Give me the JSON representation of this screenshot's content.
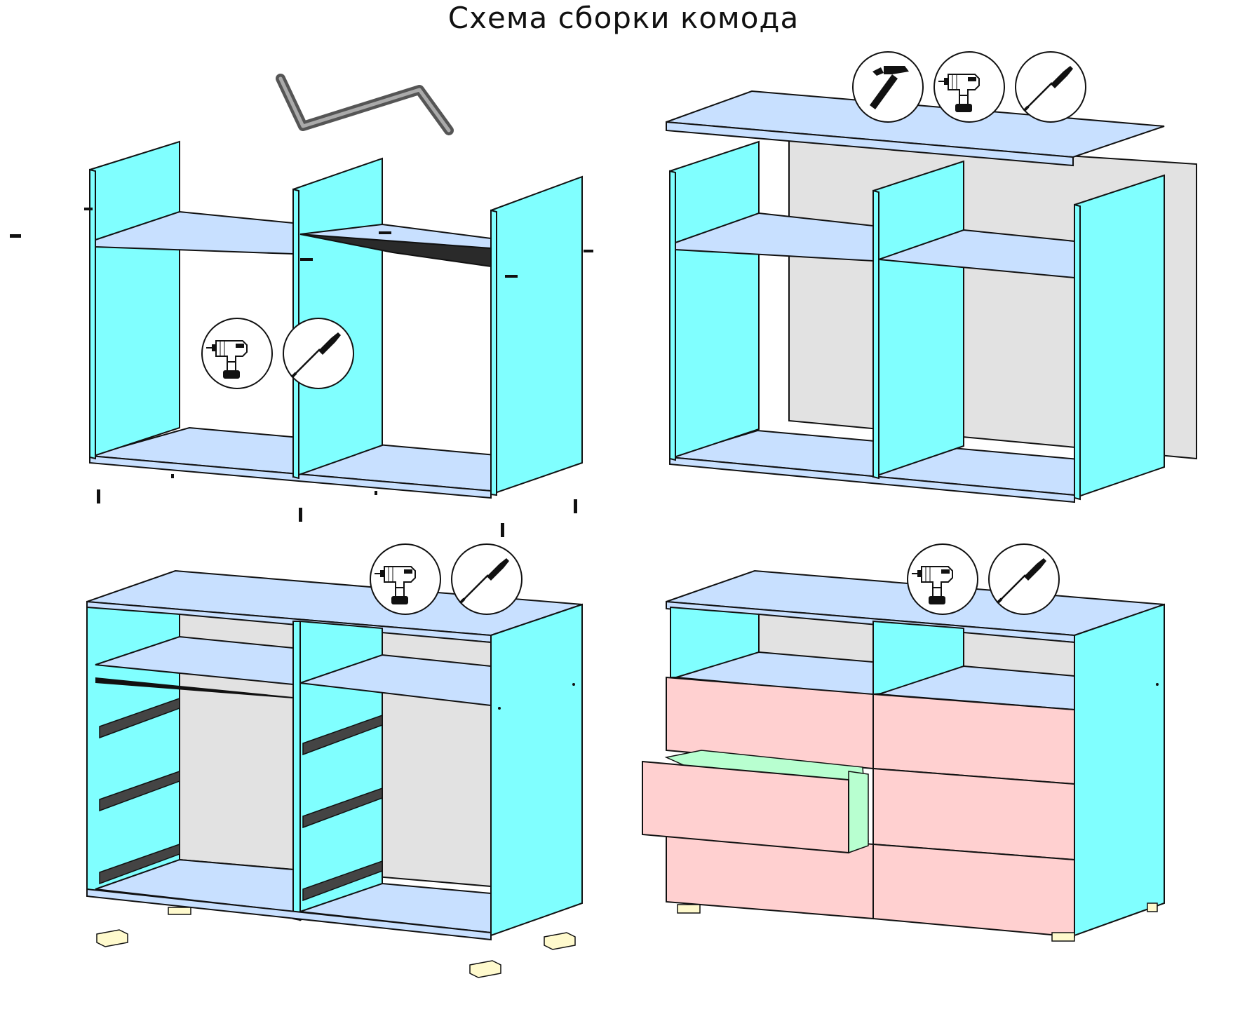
{
  "title": "Схема сборки комода",
  "colors": {
    "panel_side": "#80ffff",
    "panel_shelf": "#c8e0ff",
    "back_panel": "#e2e2e2",
    "drawer_front": "#ffd0d0",
    "drawer_inner": "#b8ffd0",
    "feet": "#fffacd",
    "outline": "#111111"
  },
  "steps": [
    {
      "id": 1,
      "tools": [
        "allen-key",
        "drill",
        "screwdriver"
      ]
    },
    {
      "id": 2,
      "tools": [
        "hammer",
        "drill",
        "screwdriver"
      ]
    },
    {
      "id": 3,
      "tools": [
        "drill",
        "screwdriver"
      ]
    },
    {
      "id": 4,
      "tools": [
        "drill",
        "screwdriver"
      ]
    }
  ]
}
